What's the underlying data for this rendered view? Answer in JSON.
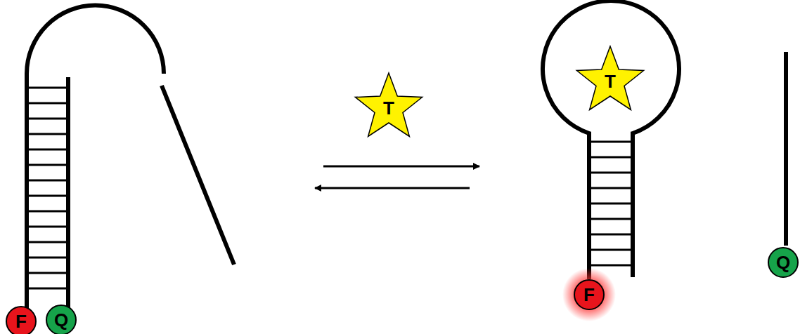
{
  "diagram": {
    "nodes": [
      {
        "text": [
          "F"
        ]
      },
      {
        "text": [
          "Q"
        ]
      },
      {
        "text": [
          "T"
        ]
      },
      {
        "text": [
          "T"
        ]
      },
      {
        "text": [
          "F"
        ]
      },
      {
        "text": [
          "Q"
        ]
      }
    ]
  }
}
